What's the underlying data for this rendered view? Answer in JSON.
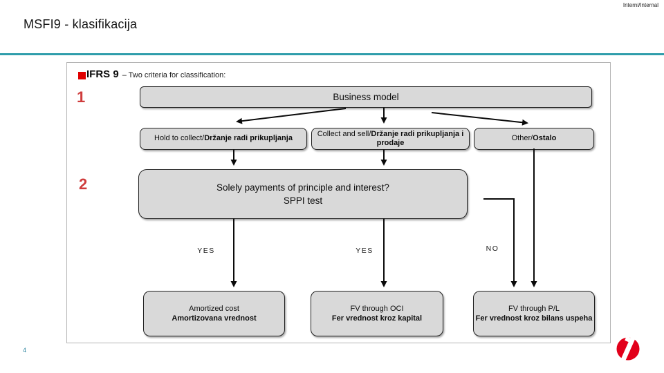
{
  "meta": {
    "classification": "Interni/Internal",
    "page_number": "4"
  },
  "header": {
    "title": "MSFI9 - klasifikacija"
  },
  "diagram": {
    "heading": {
      "main": "IFRS 9",
      "sub": "– Two criteria for classification:"
    },
    "steps": {
      "one": "1",
      "two": "2"
    },
    "business_model_label": "Business model",
    "branches": [
      {
        "en": "Hold to collect/",
        "sr": "Držanje radi prikupljanja"
      },
      {
        "en": "Collect and sell/",
        "sr": "Držanje radi prikupljanja i prodaje"
      },
      {
        "en": "Other/",
        "sr": "Ostalo"
      }
    ],
    "sppi": {
      "line1": "Solely payments of principle and interest?",
      "line2": "SPPI test"
    },
    "answers": {
      "yes_left": "YES",
      "yes_middle": "YES",
      "no_right": "NO"
    },
    "outcomes": [
      {
        "en": "Amortized cost",
        "sr": "Amortizovana vrednost"
      },
      {
        "en": "FV through OCI",
        "sr": "Fer vrednost kroz kapital"
      },
      {
        "en": "FV through P/L",
        "sr": "Fer vrednost kroz bilans uspeha"
      }
    ],
    "colors": {
      "accent_red": "#e00000",
      "step_red": "#cf3c3c",
      "box_fill": "#d9d9d9",
      "teal": "#2f9dab",
      "logo_red": "#e2001a"
    }
  }
}
